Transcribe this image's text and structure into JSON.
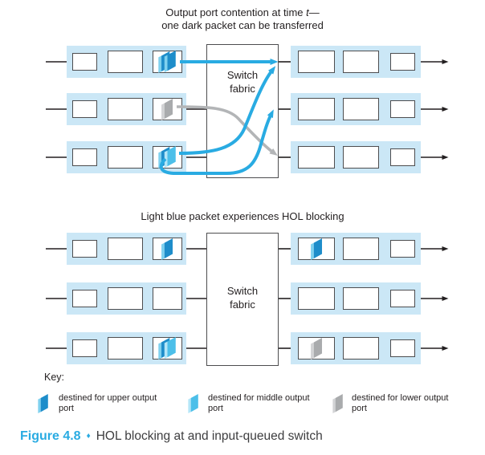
{
  "top_diagram": {
    "title_pre": "Output port contention at time ",
    "title_italic": "t",
    "title_post": "—",
    "title_line2": "one dark packet can be transferred",
    "fabric_line1": "Switch",
    "fabric_line2": "fabric",
    "input_queues": [
      [
        "dark",
        "dark"
      ],
      [
        "gray"
      ],
      [
        "dark",
        "light"
      ]
    ],
    "output_queues": [
      [],
      [],
      []
    ],
    "arrows": [
      {
        "color": "blue",
        "from": "input-1-hol",
        "to": "upper-output",
        "shape": "straight"
      },
      {
        "color": "blue",
        "from": "input-3-hol",
        "to": "upper-output",
        "shape": "curve-up"
      },
      {
        "color": "blue",
        "from": "input-3-behind",
        "to": "middle-output",
        "shape": "loop-under"
      },
      {
        "color": "gray",
        "from": "input-2-hol",
        "to": "lower-output",
        "shape": "curve-down"
      }
    ]
  },
  "bottom_diagram": {
    "title": "Light blue packet experiences HOL blocking",
    "fabric_line1": "Switch",
    "fabric_line2": "fabric",
    "input_queues": [
      [
        "dark"
      ],
      [],
      [
        "dark",
        "light"
      ]
    ],
    "output_queues": [
      [
        "dark"
      ],
      [],
      [
        "gray"
      ]
    ]
  },
  "key": {
    "heading": "Key:",
    "items": [
      {
        "icon": "dark-blue-packet",
        "label": "destined for upper output port"
      },
      {
        "icon": "light-blue-packet",
        "label": "destined for middle output port"
      },
      {
        "icon": "gray-packet",
        "label": "destined for lower output port"
      }
    ]
  },
  "caption": {
    "figure_label": "Figure 4.8",
    "bullet": "♦",
    "text": "HOL blocking at and input-queued switch"
  },
  "colors": {
    "accent_blue_arrow": "#29abe2",
    "gray_arrow": "#b3b5b7",
    "queue_band": "#cbe7f6",
    "dark_packet": "#1e8dca",
    "light_packet": "#4cbfe9",
    "gray_packet": "#a9abad",
    "line_black": "#231f20"
  }
}
